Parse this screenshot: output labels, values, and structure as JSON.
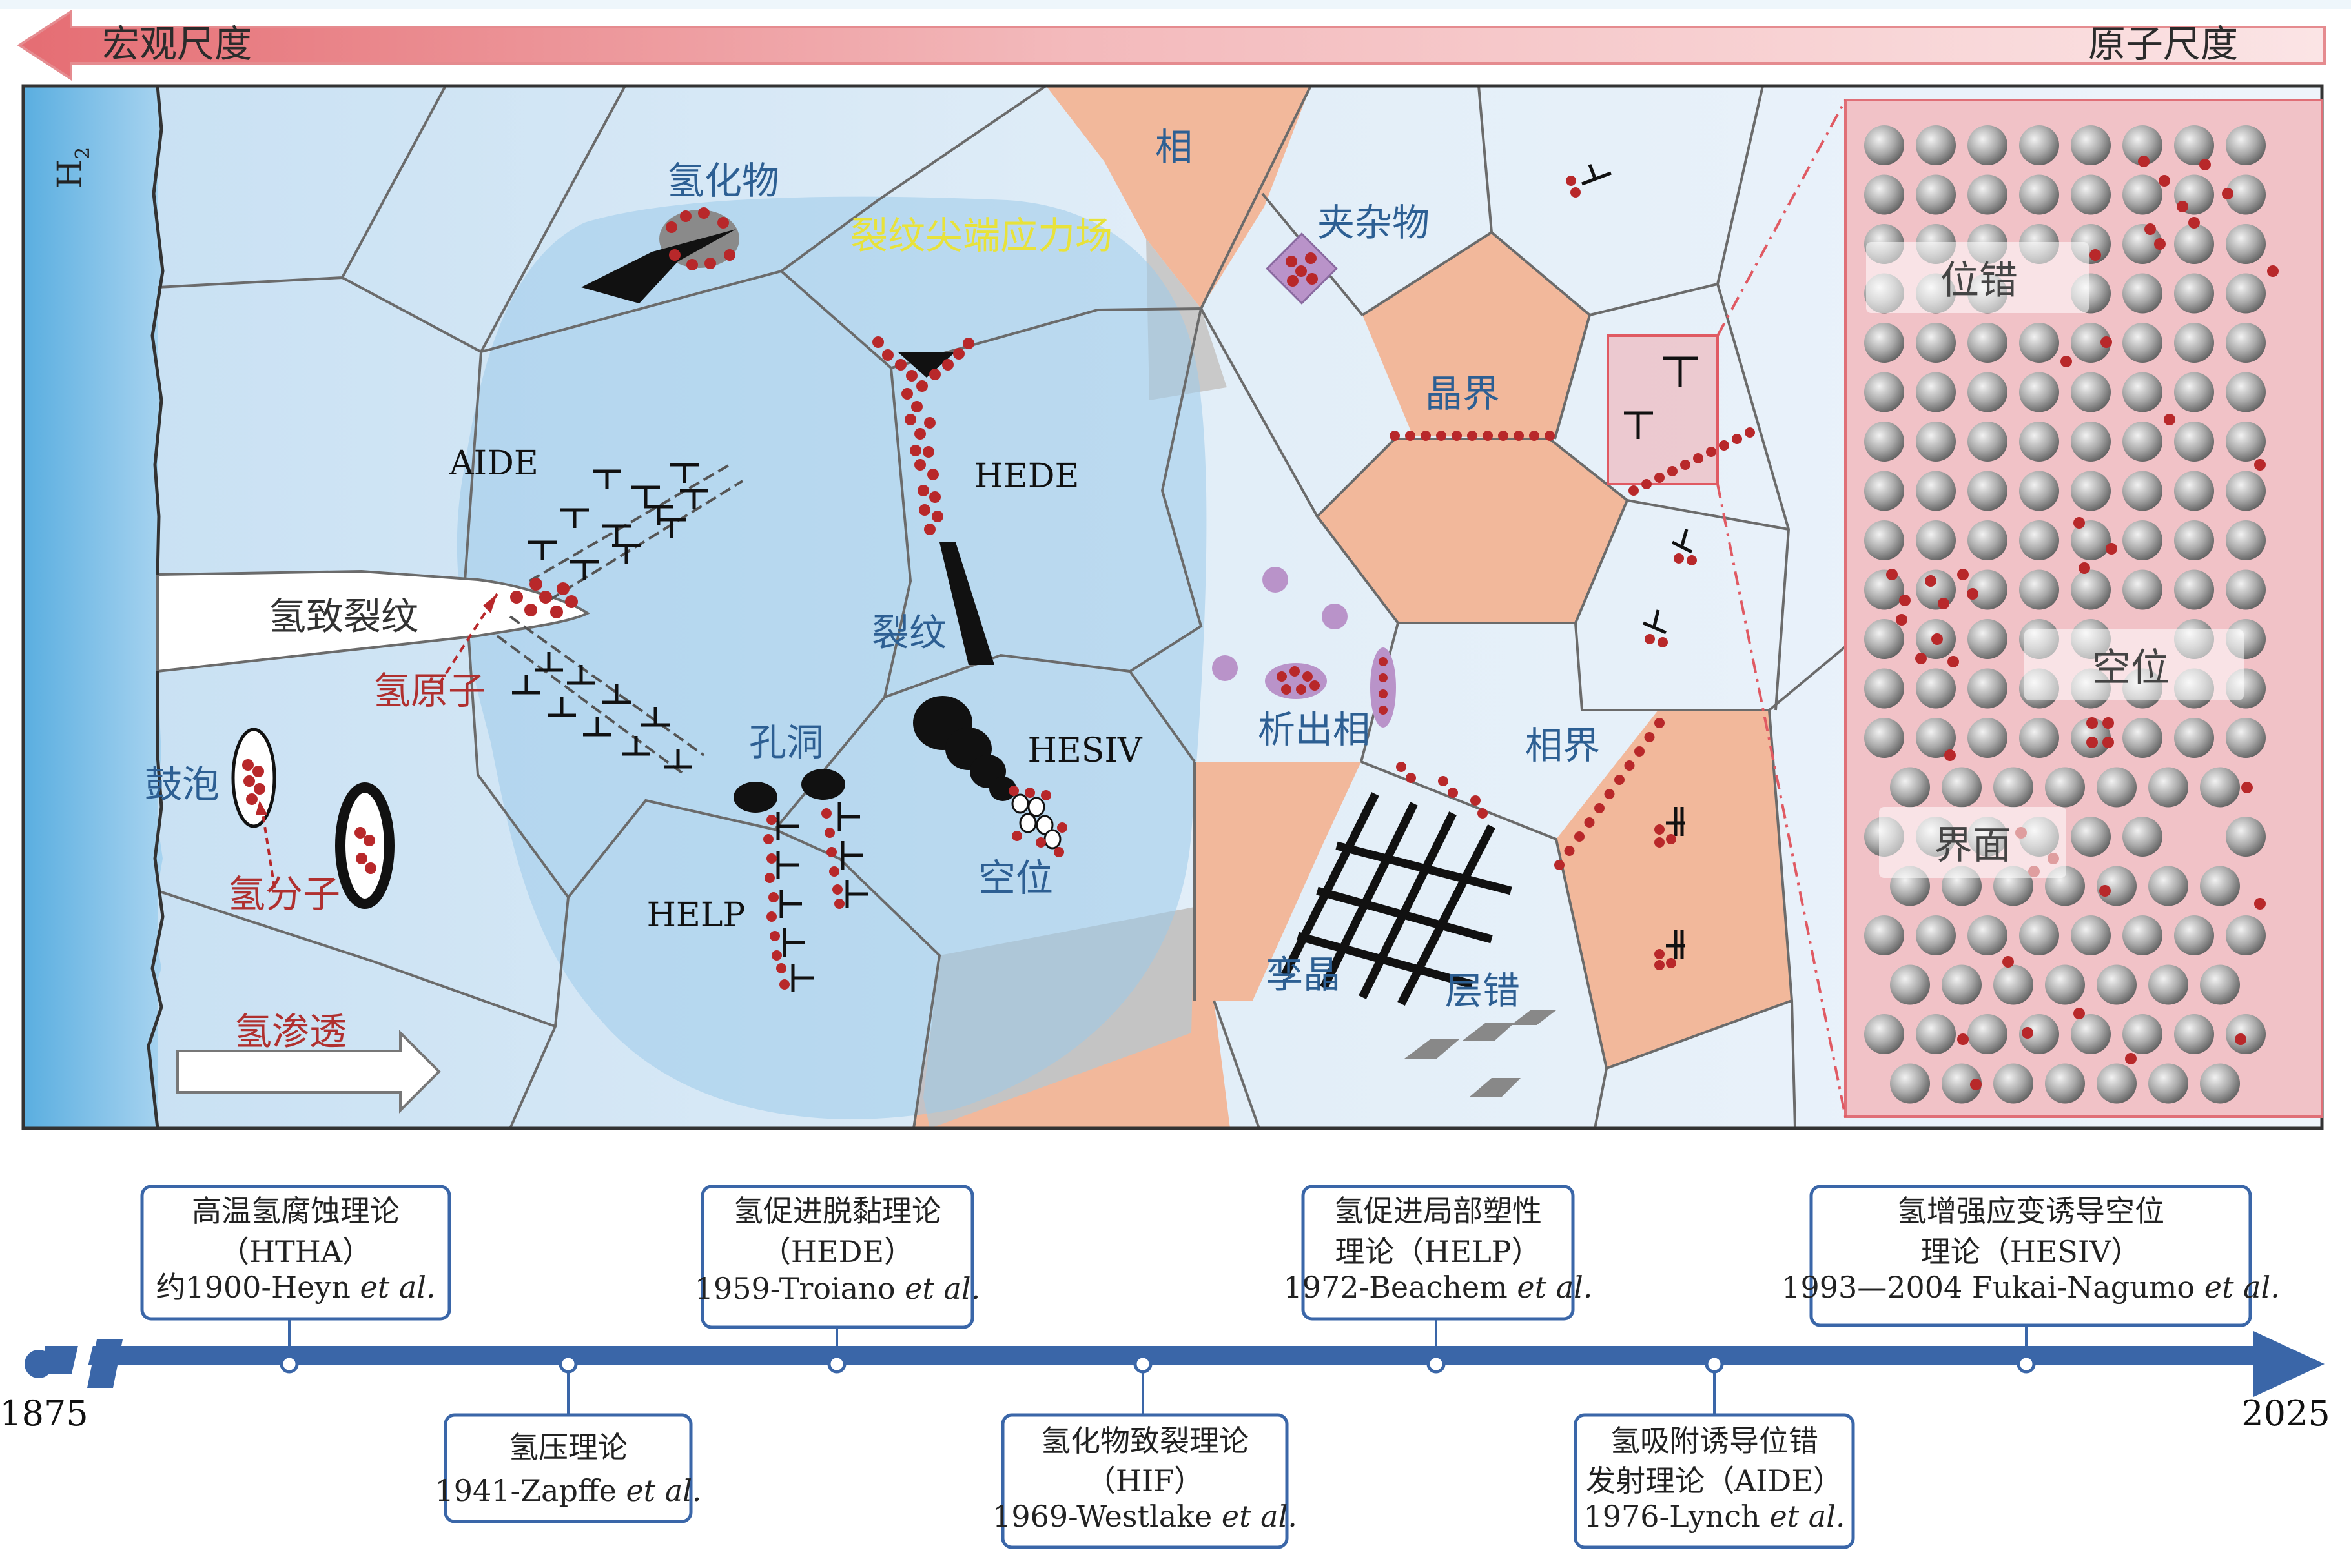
{
  "scale_bar": {
    "left_label": "宏观尺度",
    "right_label": "原子尺度"
  },
  "panel": {
    "h2_label": "H",
    "h2_subscript": "2",
    "labels": {
      "hydride": "氢化物",
      "crack_tip_field": "裂纹尖端应力场",
      "phase": "相",
      "inclusion": "夹杂物",
      "grain_boundary": "晶界",
      "aide": "AIDE",
      "hede": "HEDE",
      "hydrogen_crack": "氢致裂纹",
      "hydrogen_atom": "氢原子",
      "crack": "裂纹",
      "blister": "鼓泡",
      "void": "孔洞",
      "hesiv": "HESIV",
      "precipitate": "析出相",
      "phase_boundary": "相界",
      "hydrogen_molecule": "氢分子",
      "help": "HELP",
      "vacancy_mid": "空位",
      "twin": "孪晶",
      "stacking_fault": "层错",
      "permeation": "氢渗透"
    },
    "atomic": {
      "dislocation": "位错",
      "vacancy": "空位",
      "interface": "界面"
    }
  },
  "colors": {
    "steel_light": "#e4eff9",
    "stress_field": "#b7d8ee",
    "phase_orange": "#f2b89b",
    "grey_phase": "#c4c4c4",
    "hydrogen_red": "#b8282a",
    "atomic_bg": "#f1c2c7",
    "timeline_blue": "#3a66a8",
    "scale_bar_red": "#e8868a"
  },
  "timeline": {
    "start_year": "1875",
    "end_year": "2025",
    "top_boxes": [
      {
        "line1": "高温氢腐蚀理论",
        "line2": "（HTHA）",
        "line3_prefix": "约1900-Heyn ",
        "line3_italic": "et al."
      },
      {
        "line1": "氢促进脱黏理论",
        "line2": "（HEDE）",
        "line3_prefix": "1959-Troiano ",
        "line3_italic": "et al."
      },
      {
        "line1": "氢促进局部塑性",
        "line2": "理论（HELP）",
        "line3_prefix": "1972-Beachem ",
        "line3_italic": "et al."
      },
      {
        "line1": "氢增强应变诱导空位",
        "line2": "理论（HESIV）",
        "line3_prefix": "1993—2004 Fukai-Nagumo ",
        "line3_italic": "et al."
      }
    ],
    "bottom_boxes": [
      {
        "line1": "氢压理论",
        "line2_prefix": "1941-Zapffe ",
        "line2_italic": "et al."
      },
      {
        "line1": "氢化物致裂理论",
        "line2": "（HIF）",
        "line3_prefix": "1969-Westlake ",
        "line3_italic": "et al."
      },
      {
        "line1": "氢吸附诱导位错",
        "line2": "发射理论（AIDE）",
        "line3_prefix": "1976-Lynch ",
        "line3_italic": "et al."
      }
    ]
  }
}
